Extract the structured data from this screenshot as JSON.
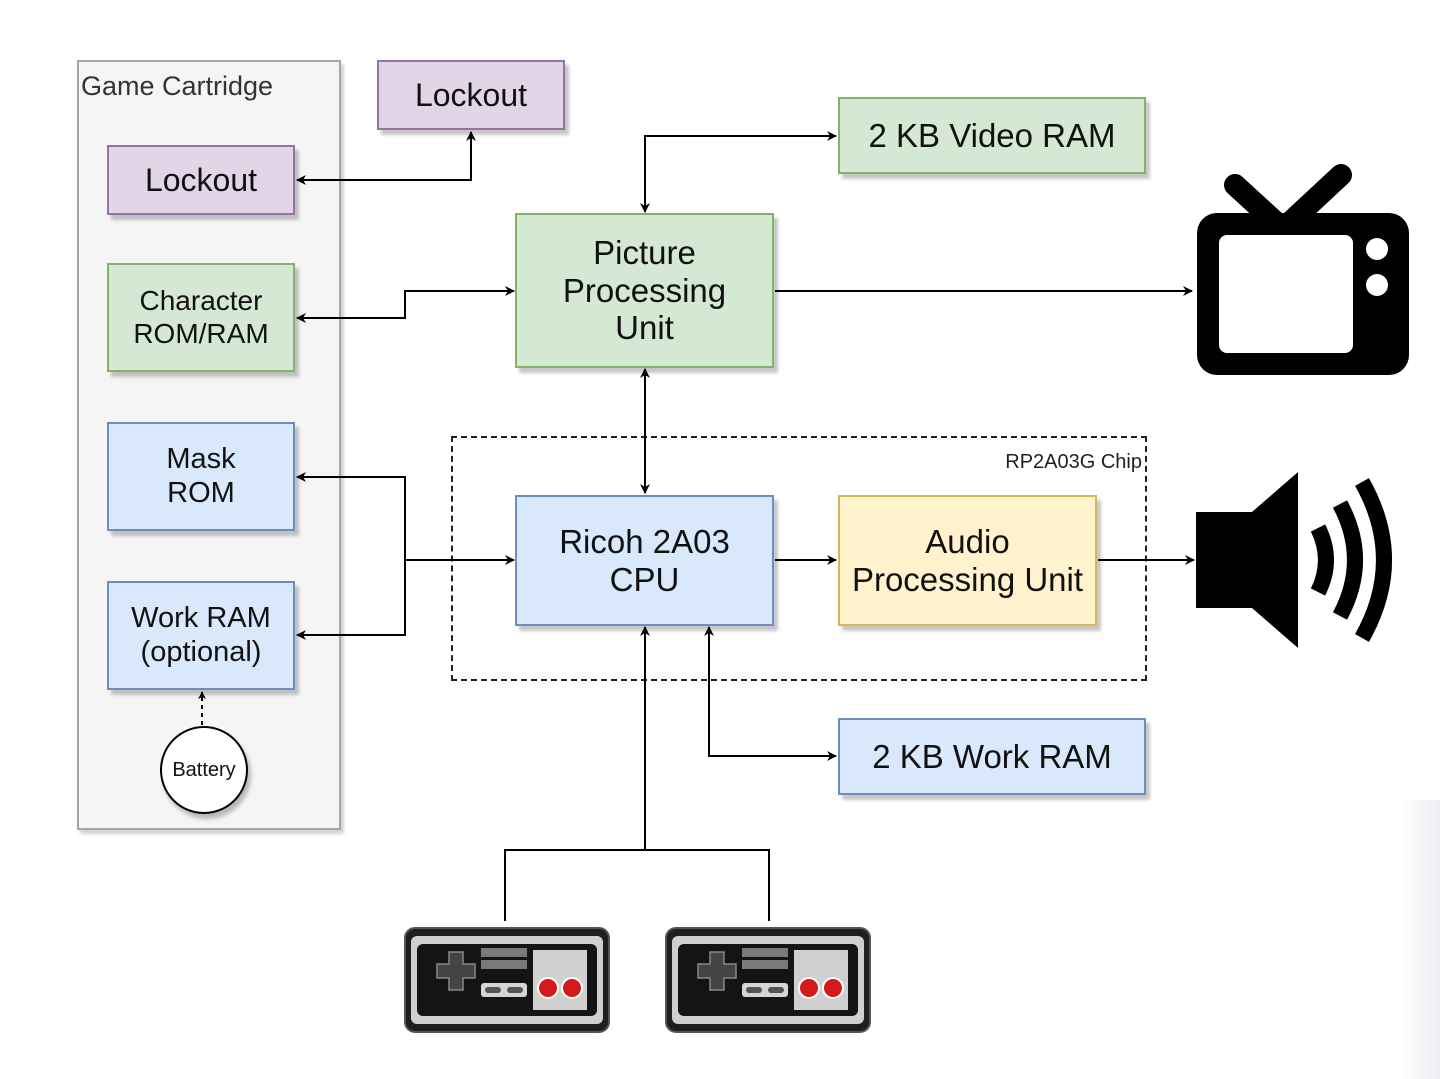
{
  "cartridge": {
    "title": "Game Cartridge"
  },
  "chip": {
    "label": "RP2A03G Chip"
  },
  "blocks": {
    "lockout_external": "Lockout",
    "lockout_cartridge": "Lockout",
    "character_rom": [
      "Character",
      "ROM/RAM"
    ],
    "mask_rom": [
      "Mask",
      "ROM"
    ],
    "work_ram_optional": [
      "Work RAM",
      "(optional)"
    ],
    "battery": "Battery",
    "ppu": [
      "Picture",
      "Processing",
      "Unit"
    ],
    "video_ram": "2 KB Video RAM",
    "cpu": [
      "Ricoh 2A03",
      "CPU"
    ],
    "apu": [
      "Audio",
      "Processing Unit"
    ],
    "work_ram": "2 KB Work RAM"
  },
  "icons": {
    "tv": "television-icon",
    "speaker": "speaker-icon",
    "controller": "nes-controller-icon"
  },
  "colors": {
    "purple_fill": "#e1d5e7",
    "green_fill": "#d5e8d4",
    "blue_fill": "#dae8fc",
    "yellow_fill": "#fff2cc"
  }
}
